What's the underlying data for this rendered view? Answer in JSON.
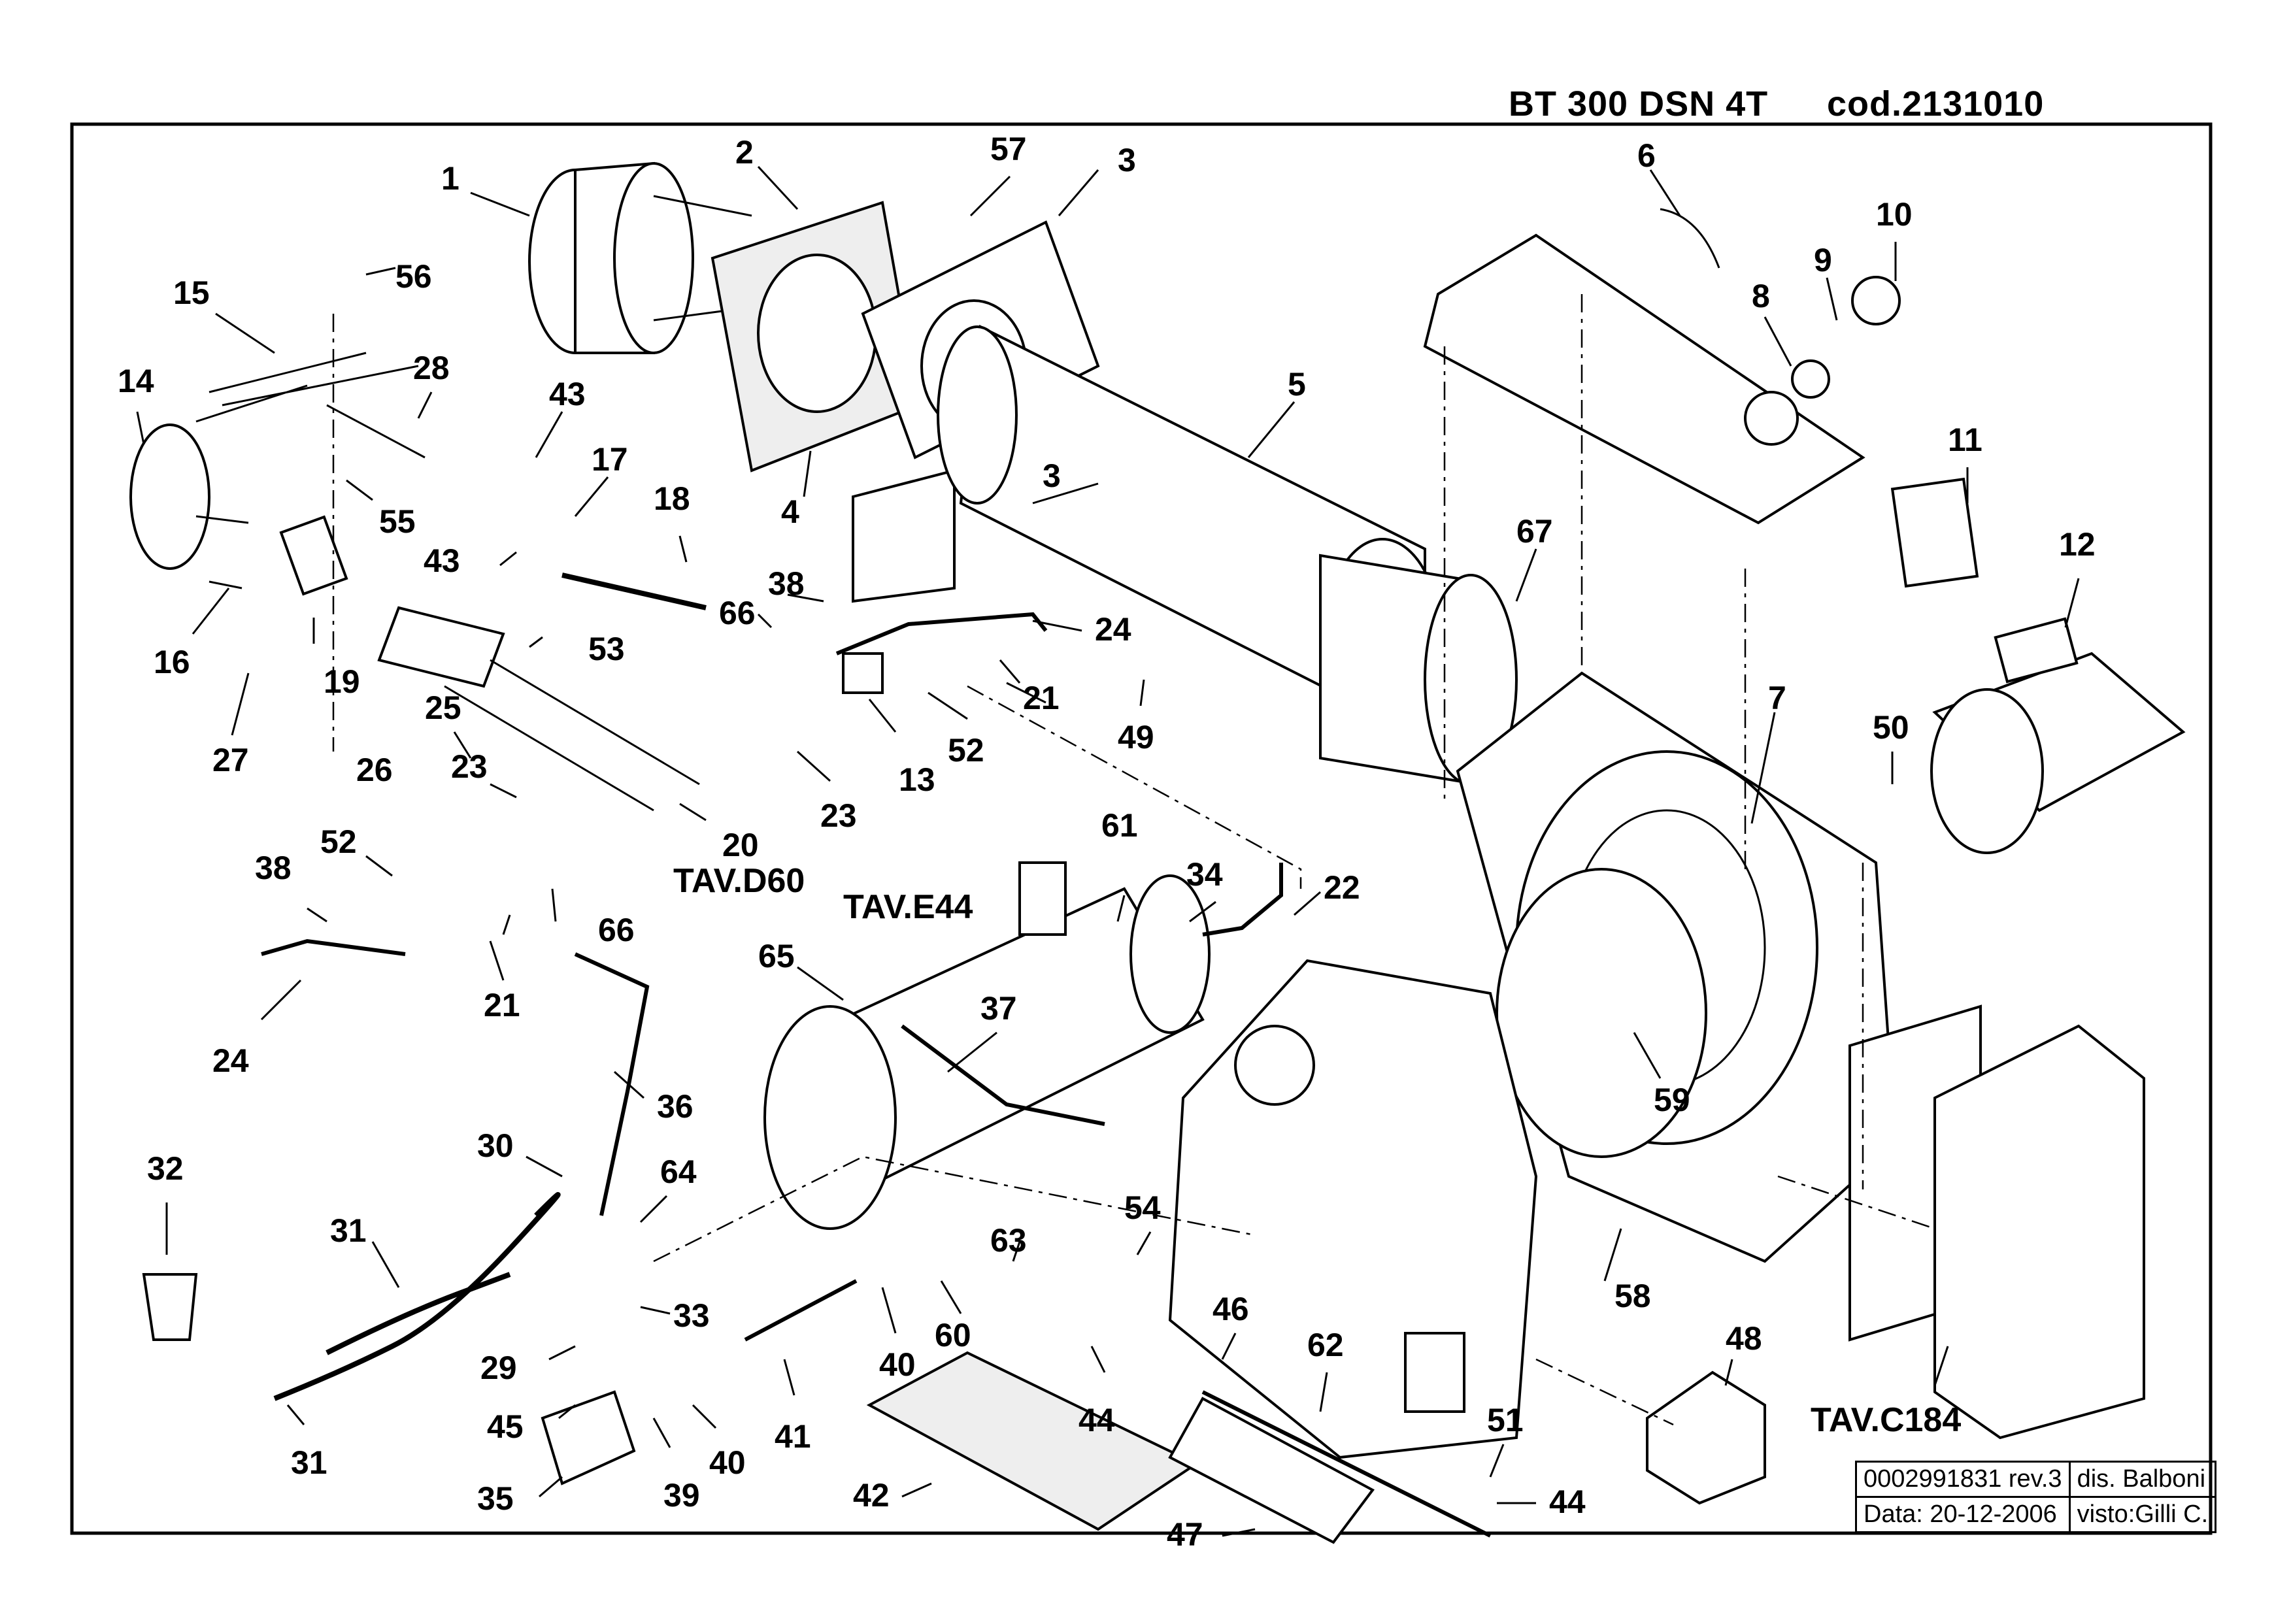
{
  "header": {
    "model": "BT 300 DSN 4T",
    "code": "cod.2131010"
  },
  "callouts": [
    {
      "id": "c1",
      "text": "1"
    },
    {
      "id": "c2",
      "text": "2"
    },
    {
      "id": "c57",
      "text": "57"
    },
    {
      "id": "c3a",
      "text": "3"
    },
    {
      "id": "c3b",
      "text": "3"
    },
    {
      "id": "c4",
      "text": "4"
    },
    {
      "id": "c5",
      "text": "5"
    },
    {
      "id": "c6",
      "text": "6"
    },
    {
      "id": "c8",
      "text": "8"
    },
    {
      "id": "c9",
      "text": "9"
    },
    {
      "id": "c10",
      "text": "10"
    },
    {
      "id": "c11",
      "text": "11"
    },
    {
      "id": "c12",
      "text": "12"
    },
    {
      "id": "c7",
      "text": "7"
    },
    {
      "id": "c67",
      "text": "67"
    },
    {
      "id": "c50",
      "text": "50"
    },
    {
      "id": "c56",
      "text": "56"
    },
    {
      "id": "c15",
      "text": "15"
    },
    {
      "id": "c28",
      "text": "28"
    },
    {
      "id": "c14",
      "text": "14"
    },
    {
      "id": "c43a",
      "text": "43"
    },
    {
      "id": "c17",
      "text": "17"
    },
    {
      "id": "c18",
      "text": "18"
    },
    {
      "id": "c55",
      "text": "55"
    },
    {
      "id": "c43b",
      "text": "43"
    },
    {
      "id": "c16",
      "text": "16"
    },
    {
      "id": "c19",
      "text": "19"
    },
    {
      "id": "c27",
      "text": "27"
    },
    {
      "id": "c53",
      "text": "53"
    },
    {
      "id": "c38a",
      "text": "38"
    },
    {
      "id": "c66a",
      "text": "66"
    },
    {
      "id": "c24a",
      "text": "24"
    },
    {
      "id": "c21a",
      "text": "21"
    },
    {
      "id": "c49",
      "text": "49"
    },
    {
      "id": "c25",
      "text": "25"
    },
    {
      "id": "c13",
      "text": "13"
    },
    {
      "id": "c52a",
      "text": "52"
    },
    {
      "id": "c26",
      "text": "26"
    },
    {
      "id": "c23a",
      "text": "23"
    },
    {
      "id": "c23b",
      "text": "23"
    },
    {
      "id": "c20",
      "text": "20"
    },
    {
      "id": "c52b",
      "text": "52"
    },
    {
      "id": "c38b",
      "text": "38"
    },
    {
      "id": "c66b",
      "text": "66"
    },
    {
      "id": "c21b",
      "text": "21"
    },
    {
      "id": "c24b",
      "text": "24"
    },
    {
      "id": "c61",
      "text": "61"
    },
    {
      "id": "c34",
      "text": "34"
    },
    {
      "id": "c22",
      "text": "22"
    },
    {
      "id": "c65",
      "text": "65"
    },
    {
      "id": "c37",
      "text": "37"
    },
    {
      "id": "c36",
      "text": "36"
    },
    {
      "id": "c59",
      "text": "59"
    },
    {
      "id": "c32",
      "text": "32"
    },
    {
      "id": "c30",
      "text": "30"
    },
    {
      "id": "c64",
      "text": "64"
    },
    {
      "id": "c31a",
      "text": "31"
    },
    {
      "id": "c33",
      "text": "33"
    },
    {
      "id": "c29",
      "text": "29"
    },
    {
      "id": "c45",
      "text": "45"
    },
    {
      "id": "c31b",
      "text": "31"
    },
    {
      "id": "c35",
      "text": "35"
    },
    {
      "id": "c39",
      "text": "39"
    },
    {
      "id": "c40a",
      "text": "40"
    },
    {
      "id": "c40b",
      "text": "40"
    },
    {
      "id": "c41",
      "text": "41"
    },
    {
      "id": "c60",
      "text": "60"
    },
    {
      "id": "c63",
      "text": "63"
    },
    {
      "id": "c54",
      "text": "54"
    },
    {
      "id": "c44a",
      "text": "44"
    },
    {
      "id": "c42",
      "text": "42"
    },
    {
      "id": "c46",
      "text": "46"
    },
    {
      "id": "c62",
      "text": "62"
    },
    {
      "id": "c47",
      "text": "47"
    },
    {
      "id": "c58",
      "text": "58"
    },
    {
      "id": "c51",
      "text": "51"
    },
    {
      "id": "c44b",
      "text": "44"
    },
    {
      "id": "c48",
      "text": "48"
    }
  ],
  "references": {
    "tav_d60": "TAV.D60",
    "tav_e44": "TAV.E44",
    "tav_c184": "TAV.C184"
  },
  "title_block": {
    "drawing_no": "0002991831 rev.3",
    "drawn_by": "dis. Balboni",
    "date": "Data: 20-12-2006",
    "checked_by": "visto:Gilli C."
  }
}
